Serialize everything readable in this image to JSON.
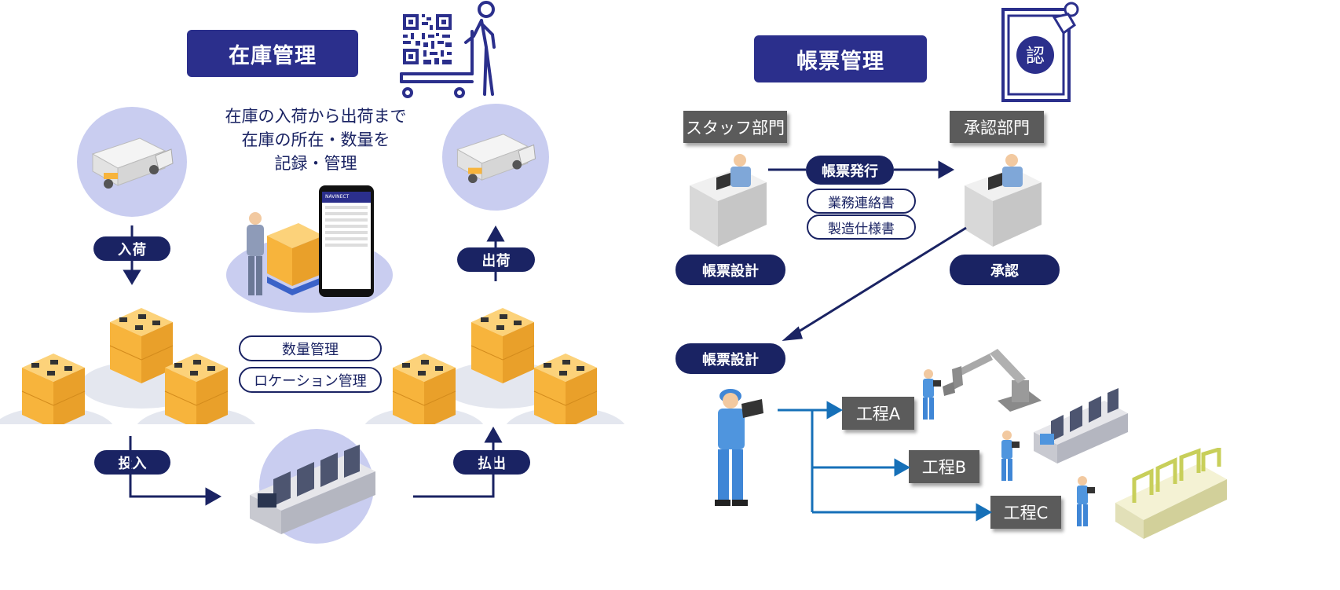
{
  "inventory": {
    "title": "在庫管理",
    "description": [
      "在庫の入荷から出荷まで",
      "在庫の所在・数量を",
      "記録・管理"
    ],
    "labels": {
      "inbound": "入荷",
      "outbound": "出荷",
      "input": "投入",
      "dispense": "払出",
      "quantity": "数量管理",
      "location": "ロケーション管理"
    },
    "phone_brand": "NAVINECT"
  },
  "forms": {
    "title": "帳票管理",
    "departments": {
      "staff": "スタッフ部門",
      "approval": "承認部門"
    },
    "labels": {
      "issue": "帳票発行",
      "design_top": "帳票設計",
      "approve": "承認",
      "design_bottom": "帳票設計",
      "doc1": "業務連絡書",
      "doc2": "製造仕様書"
    },
    "stamp_char": "認",
    "processes": [
      "工程A",
      "工程B",
      "工程C"
    ]
  },
  "colors": {
    "navy": "#1a2363",
    "title_blue": "#2b2f8c",
    "arrow_blue": "#1670b8",
    "box_orange": "#f7b43c",
    "circle_lavender": "#c9cdf0"
  }
}
